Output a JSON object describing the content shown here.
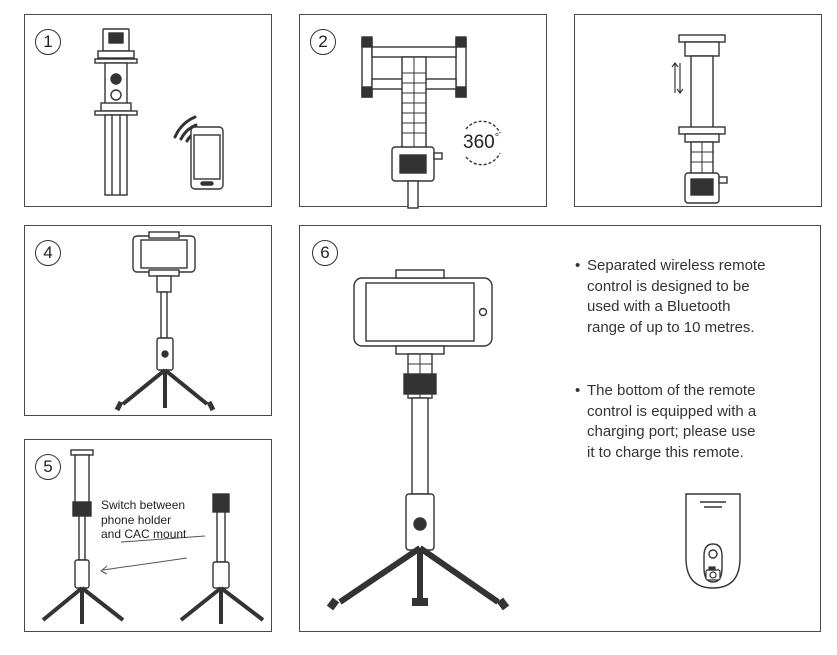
{
  "steps": [
    {
      "number": "1"
    },
    {
      "number": "2",
      "rotation_label": "360",
      "degree_symbol": "°"
    },
    {
      "number": ""
    },
    {
      "number": "4"
    },
    {
      "number": "5",
      "caption": [
        "Switch between",
        "phone holder",
        "and CAC mount"
      ]
    },
    {
      "number": "6"
    }
  ],
  "features": [
    [
      "Separated wireless remote",
      "control is designed to be",
      "used with a Bluetooth",
      "range of up to 10 metres."
    ],
    [
      "The bottom of the remote",
      "control is equipped with a",
      "charging port; please use",
      "it to charge this remote."
    ]
  ],
  "icons": [
    "bluetooth-signal-icon",
    "smartphone-icon",
    "camera-icon",
    "rotate-360-icon",
    "up-down-arrows-icon"
  ]
}
